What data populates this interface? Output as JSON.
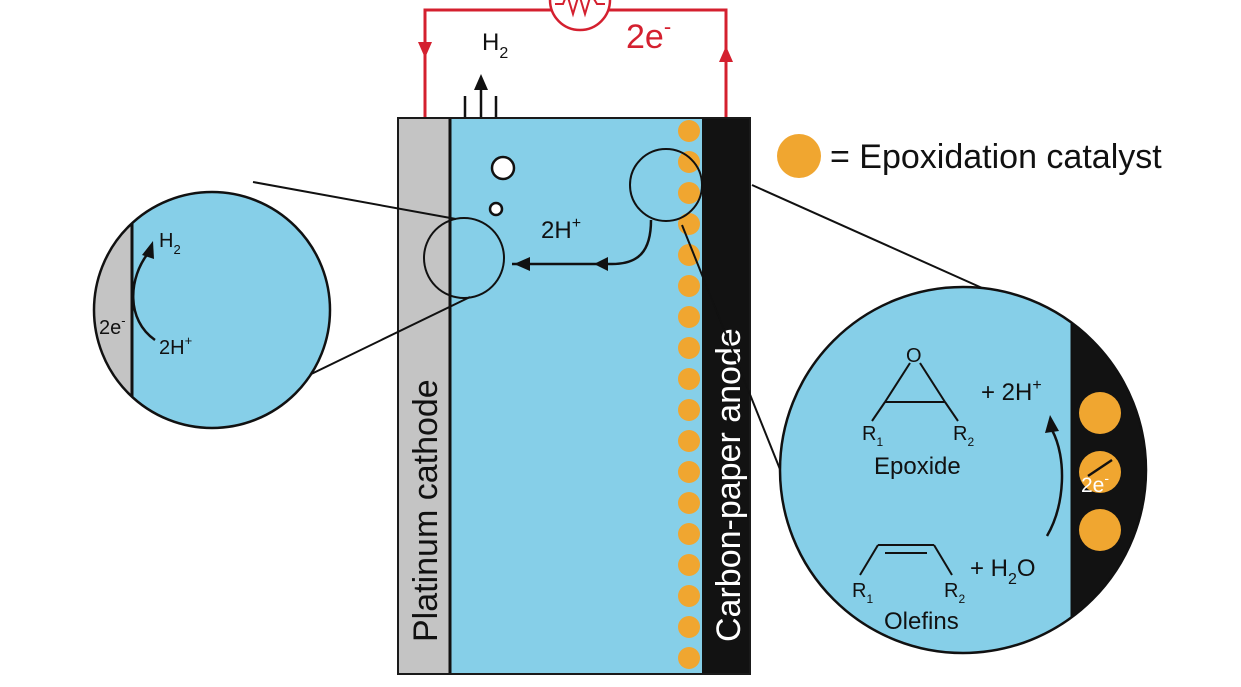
{
  "colors": {
    "electrolyte": "#86cfe8",
    "cathode": "#c4c4c4",
    "anode": "#121212",
    "catalyst": "#f0a630",
    "circuit": "#d4202f",
    "outline": "#1a1a1a"
  },
  "circuit": {
    "electrons": "2e",
    "electrons_sup": "-"
  },
  "gas": {
    "h2": "H",
    "h2_sub": "2"
  },
  "cell": {
    "cathode_label": "Platinum cathode",
    "anode_label": "Carbon-paper anode",
    "protons": "2H",
    "protons_sup": "+"
  },
  "legend": {
    "icon": "orange-circle-icon",
    "text": "= Epoxidation catalyst"
  },
  "cathode_zoom": {
    "h2": "H",
    "h2_sub": "2",
    "electrons": "2e",
    "electrons_sup": "-",
    "protons": "2H",
    "protons_sup": "+"
  },
  "anode_zoom": {
    "epoxide_ring_atom": "O",
    "epoxide_r1": "R",
    "epoxide_r1_sub": "1",
    "epoxide_r2": "R",
    "epoxide_r2_sub": "2",
    "epoxide_label": "Epoxide",
    "protons": "+ 2H",
    "protons_sup": "+",
    "electrons": "2e",
    "electrons_sup": "-",
    "olefin_r1": "R",
    "olefin_r1_sub": "1",
    "olefin_r2": "R",
    "olefin_r2_sub": "2",
    "olefin_label": "Olefins",
    "water": "+ H",
    "water_sub": "2",
    "water_tail": "O"
  }
}
